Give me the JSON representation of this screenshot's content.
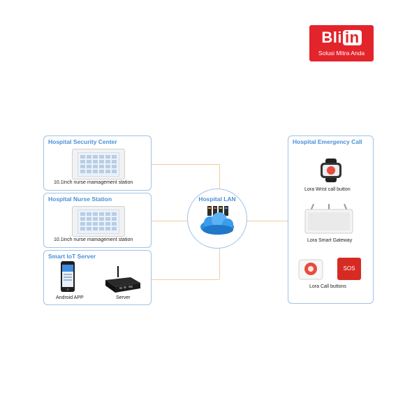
{
  "brand": {
    "name_prefix": "Bli",
    "name_suffix": "in",
    "tagline": "Solusi Mitra Anda",
    "color": "#e3242b"
  },
  "left_panels": {
    "security_center": {
      "title": "Hospital Security Center",
      "device_caption": "10.1inch nurse mamagement station"
    },
    "nurse_station": {
      "title": "Hospital Nurse Station",
      "device_caption": "10.1inch nurse mamagement station"
    },
    "iot_server": {
      "title": "Smart IoT Server",
      "android_caption": "Android APP",
      "server_caption": "Server"
    }
  },
  "hub": {
    "title": "Hospital LAN"
  },
  "right_panel": {
    "title": "Hospital Emergency Call",
    "wrist_caption": "Lora Wrist call button",
    "gateway_caption": "Lora Smart Gateway",
    "buttons_caption": "Lora Call buttons",
    "sos_label": "SOS"
  },
  "colors": {
    "panel_border": "#9ec3e6",
    "title_blue": "#4a90d9",
    "connector": "#f3caa0"
  }
}
